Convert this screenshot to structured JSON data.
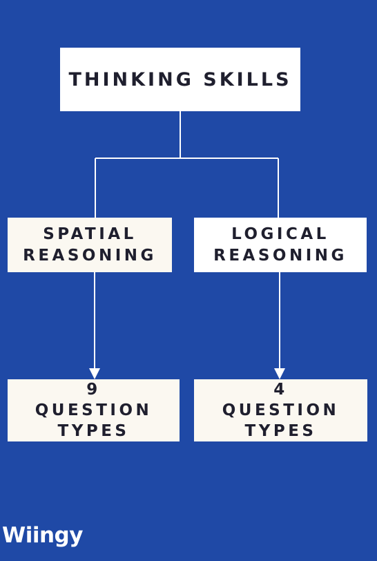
{
  "diagram": {
    "root": {
      "label": "THINKING SKILLS"
    },
    "branches": [
      {
        "lines": [
          "SPATIAL",
          "REASONING"
        ],
        "child_lines": [
          "9",
          "QUESTION",
          "TYPES"
        ]
      },
      {
        "lines": [
          "LOGICAL",
          "REASONING"
        ],
        "child_lines": [
          "4",
          "QUESTION",
          "TYPES"
        ]
      }
    ]
  },
  "brand": {
    "logo": "Wiingy"
  },
  "colors": {
    "background": "#1f49a6",
    "box": "#fbf8f1",
    "text": "#1f1f2e",
    "connector": "#ffffff"
  }
}
